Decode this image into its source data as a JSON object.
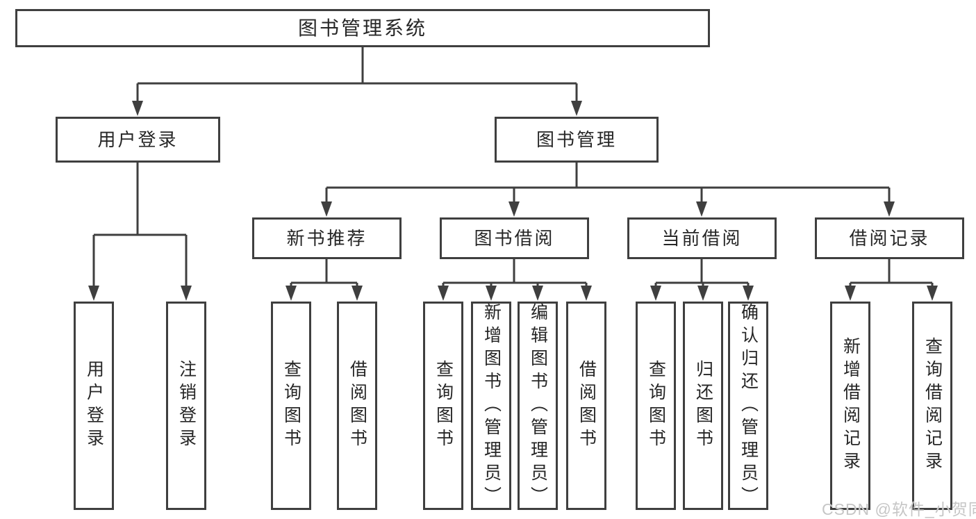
{
  "diagram": {
    "root": {
      "label": "图书管理系统"
    },
    "level2": [
      {
        "label": "用户登录"
      },
      {
        "label": "图书管理"
      }
    ],
    "level3": [
      {
        "label": "新书推荐"
      },
      {
        "label": "图书借阅"
      },
      {
        "label": "当前借阅"
      },
      {
        "label": "借阅记录"
      }
    ],
    "leaves": [
      {
        "label": "用户登录"
      },
      {
        "label": "注销登录"
      },
      {
        "label": "查询图书"
      },
      {
        "label": "借阅图书"
      },
      {
        "label": "查询图书"
      },
      {
        "label": "新增图书（管理员）"
      },
      {
        "label": "编辑图书（管理员）"
      },
      {
        "label": "借阅图书"
      },
      {
        "label": "查询图书"
      },
      {
        "label": "归还图书"
      },
      {
        "label": "确认归还（管理员）"
      },
      {
        "label": "新增借阅记录"
      },
      {
        "label": "查询借阅记录"
      }
    ],
    "colors": {
      "line": "#3f3f3f",
      "text": "#262626",
      "background": "#ffffff",
      "watermark": "#c6c6c6"
    }
  },
  "watermark": {
    "text": "CSDN @软件_小贺同学"
  }
}
